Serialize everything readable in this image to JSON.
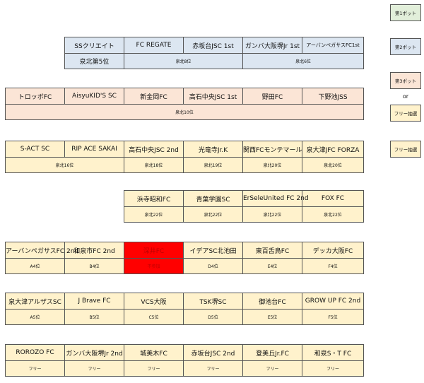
{
  "legend": {
    "pot1": "第1ポット",
    "pot2": "第2ポット",
    "pot3": "第3ポット",
    "or": "or",
    "free1": "フリー抽選",
    "free2": "フリー抽選"
  },
  "groups": [
    {
      "teams": [
        "SSクリエイト",
        "FC REGATE",
        "赤坂台JSC 1st",
        "ガンバ大阪堺Jr 1st",
        "アーバンペガサスFC1st"
      ],
      "ranks": [
        "泉北第5位",
        "泉北8位",
        "泉北6位"
      ]
    },
    {
      "teams": [
        "トロッボFC",
        "AisyuKID'S SC",
        "新金岡FC",
        "高石中央JSC 1st",
        "野田FC",
        "下野池JSS"
      ],
      "ranks": [
        "泉北10位"
      ]
    },
    {
      "teams": [
        "S-ACT SC",
        "RIP ACE SAKAI",
        "高石中央JSC 2nd",
        "光竜寺Jr.K",
        "関西FCモンテマール",
        "泉大津JFC FORZA"
      ],
      "ranks": [
        "泉北16位",
        "泉北18位",
        "泉北19位",
        "泉北20位",
        "泉北20位"
      ]
    },
    {
      "teams": [
        "浜寺昭和FC",
        "青葉学園SC",
        "ErSeleUnited FC 2nd",
        "FOX FC"
      ],
      "ranks": [
        "泉北22位",
        "泉北22位",
        "泉北22位",
        "泉北22位"
      ]
    },
    {
      "teams": [
        "アーバンペガサスFC 2nd",
        "和泉市FC 2nd",
        "深井FC",
        "イデアSC北池田",
        "東百舌鳥FC",
        "デッカ大阪FC"
      ],
      "ranks": [
        "A4位",
        "B4位",
        "不参加",
        "D4位",
        "E4位",
        "F4位"
      ]
    },
    {
      "teams": [
        "泉大津アルザスSC",
        "J Brave FC",
        "VCS大阪",
        "TSK堺SC",
        "御池台FC",
        "GROW UP FC 2nd"
      ],
      "ranks": [
        "A5位",
        "B5位",
        "C5位",
        "D5位",
        "E5位",
        "F5位"
      ]
    },
    {
      "teams": [
        "ROROZO FC",
        "ガンバ大阪堺Jr 2nd",
        "城美木FC",
        "赤坂台JSC 2nd",
        "登美丘Jr.FC",
        "和泉S・T FC"
      ],
      "ranks": [
        "フリー",
        "フリー",
        "フリー",
        "フリー",
        "フリー",
        "フリー"
      ]
    }
  ],
  "colors": {
    "pot1": "#e2efda",
    "pot2": "#dce6f1",
    "pot3": "#fbe5d6",
    "free": "#fff2cc",
    "absent": "#ff0000"
  }
}
